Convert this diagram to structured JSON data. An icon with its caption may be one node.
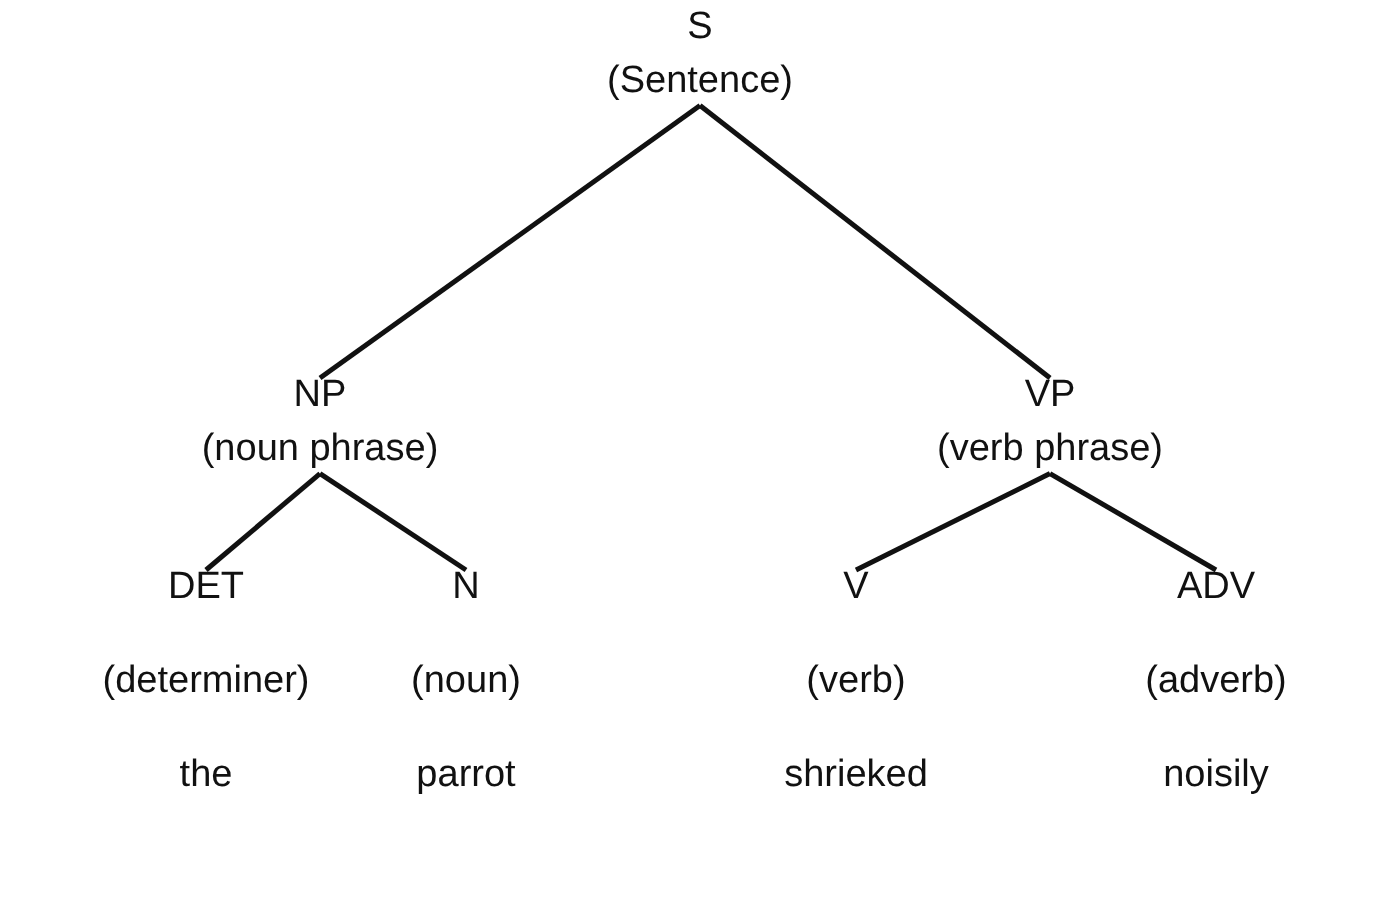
{
  "diagram": {
    "nodes": [
      {
        "text": [
          "S",
          "(Sentence)"
        ]
      },
      {
        "text": [
          "NP",
          "(noun phrase)"
        ]
      },
      {
        "text": [
          "VP",
          "(verb phrase)"
        ]
      },
      {
        "text": [
          "DET",
          "(determiner)",
          "the"
        ]
      },
      {
        "text": [
          "N",
          "(noun)",
          "parrot"
        ]
      },
      {
        "text": [
          "V",
          "(verb)",
          "shrieked"
        ]
      },
      {
        "text": [
          "ADV",
          "(adverb)",
          "noisily"
        ]
      }
    ],
    "edges": [
      {
        "from": 0,
        "to": 1,
        "arrow": "none"
      },
      {
        "from": 0,
        "to": 2,
        "arrow": "none"
      },
      {
        "from": 1,
        "to": 3,
        "arrow": "none"
      },
      {
        "from": 1,
        "to": 4,
        "arrow": "none"
      },
      {
        "from": 2,
        "to": 5,
        "arrow": "none"
      },
      {
        "from": 2,
        "to": 6,
        "arrow": "none"
      }
    ]
  }
}
